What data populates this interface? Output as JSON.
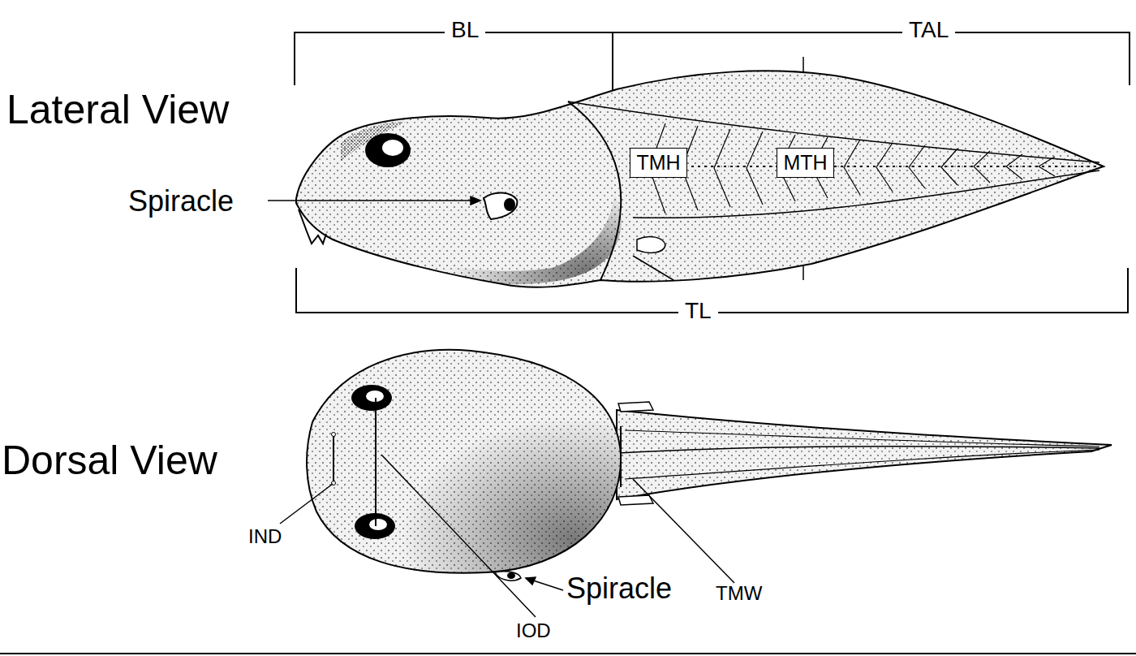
{
  "diagram": {
    "nodes": [
      {
        "text": [
          "TMH"
        ]
      },
      {
        "text": [
          "MTH"
        ]
      }
    ],
    "labels": [
      "Lateral View",
      "BL",
      "TAL",
      "TL",
      "Spiracle",
      "Dorsal View",
      "IND",
      "Spiracle",
      "TMW",
      "IOD"
    ]
  }
}
